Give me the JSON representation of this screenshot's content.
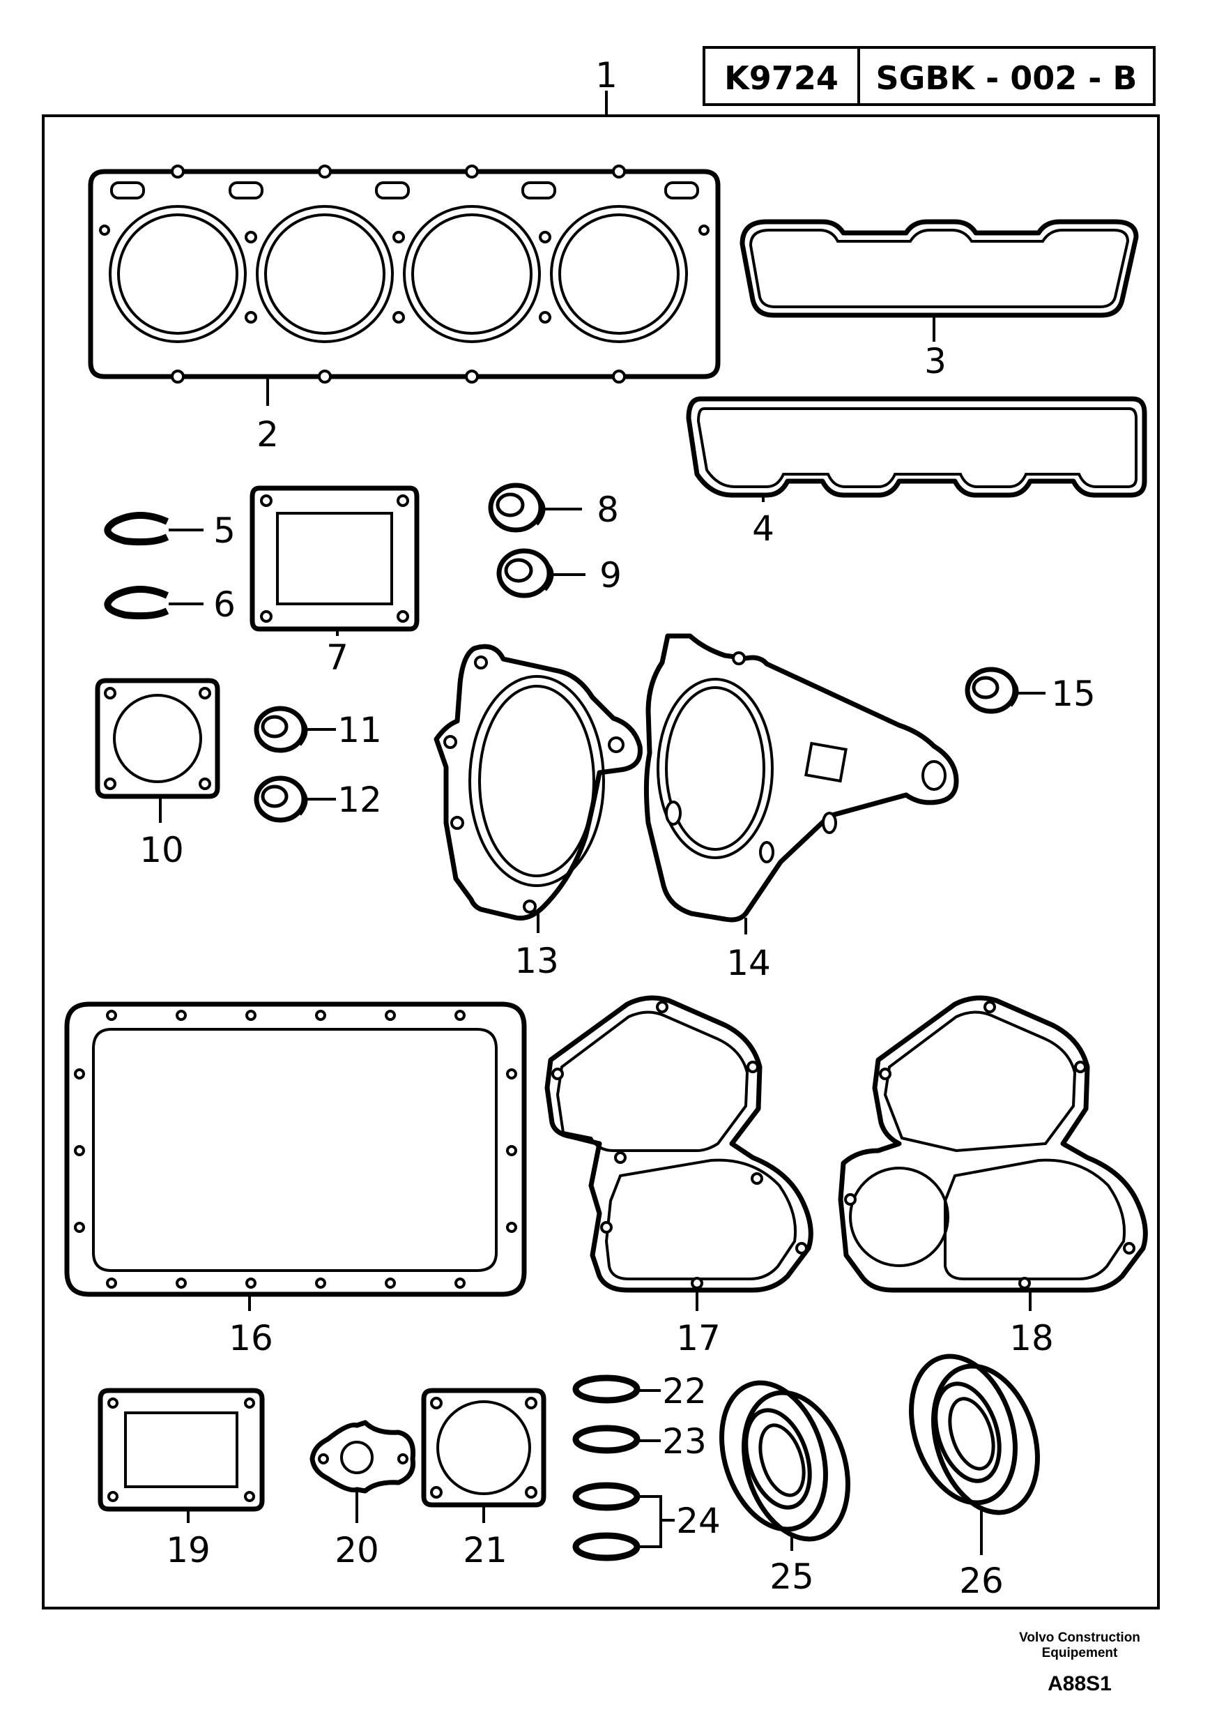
{
  "header": {
    "catalog_code": "K9724",
    "sheet_code": "SGBK - 002 - B"
  },
  "callouts": {
    "c1": "1",
    "c2": "2",
    "c3": "3",
    "c4": "4",
    "c5": "5",
    "c6": "6",
    "c7": "7",
    "c8": "8",
    "c9": "9",
    "c10": "10",
    "c11": "11",
    "c12": "12",
    "c13": "13",
    "c14": "14",
    "c15": "15",
    "c16": "16",
    "c17": "17",
    "c18": "18",
    "c19": "19",
    "c20": "20",
    "c21": "21",
    "c22": "22",
    "c23": "23",
    "c24": "24",
    "c25": "25",
    "c26": "26"
  },
  "footer": {
    "company_line1": "Volvo Construction",
    "company_line2": "Equipement",
    "figure_code": "A88S1"
  }
}
